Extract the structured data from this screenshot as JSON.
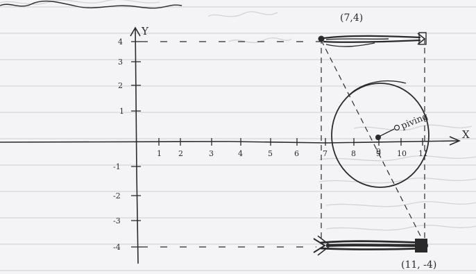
{
  "sketch": {
    "header_scrawl": "",
    "axis_x_label": "X",
    "axis_y_label": "Y",
    "x_tick_labels": [
      "1",
      "2",
      "3",
      "4",
      "5",
      "6",
      "7",
      "8",
      "9",
      "10",
      "11"
    ],
    "y_tick_labels": [
      "4",
      "3",
      "2",
      "1",
      "-1",
      "-2",
      "-3",
      "-4"
    ],
    "points": {
      "top_right": "(7,4)",
      "bottom_right": "(11, -4)"
    },
    "pivot_label": "piving",
    "pivot_number": "9"
  },
  "colors": {
    "paper": "#f4f3f6",
    "rule_line": "#d7d5de",
    "ink": "#2a2a2a"
  }
}
